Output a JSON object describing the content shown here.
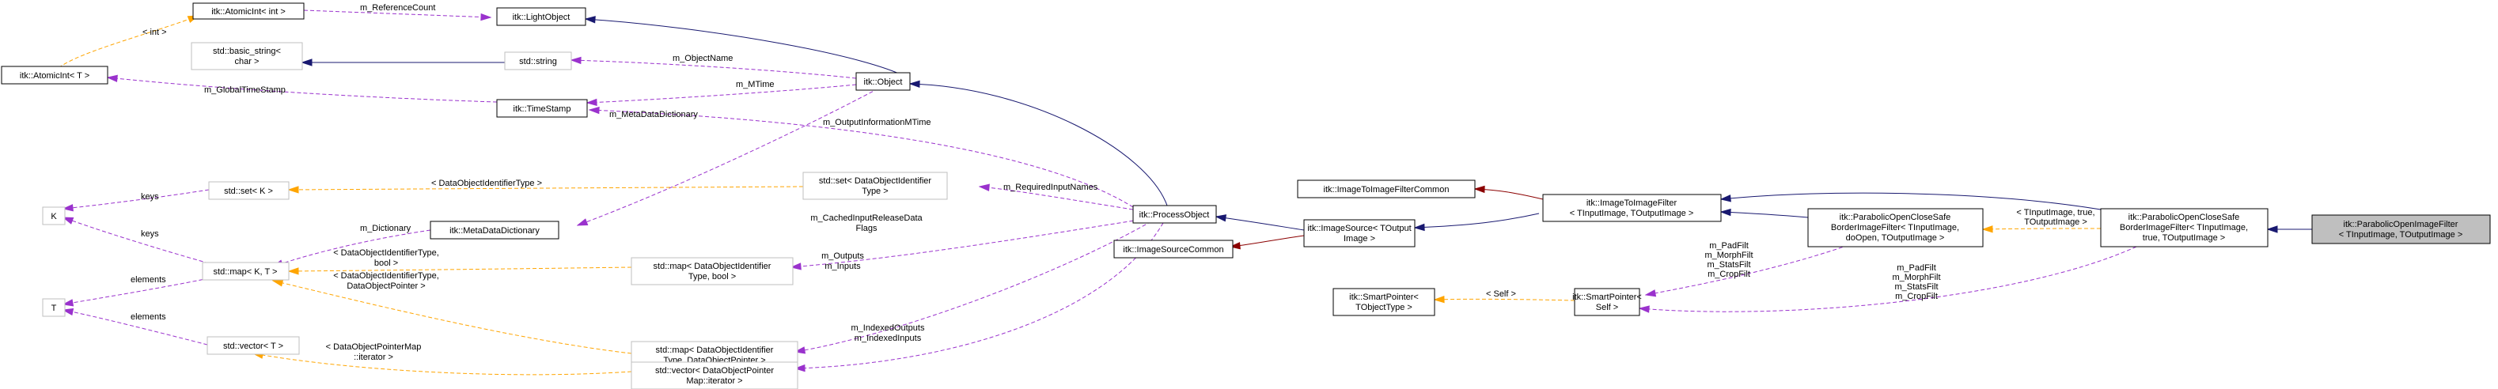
{
  "nodes": {
    "atomicint_int": [
      "itk::AtomicInt< int >"
    ],
    "lightobject": [
      "itk::LightObject"
    ],
    "atomicint_t": [
      "itk::AtomicInt< T >"
    ],
    "basic_string": [
      "std::basic_string<",
      "char >"
    ],
    "string": [
      "std::string"
    ],
    "object": [
      "itk::Object"
    ],
    "timestamp": [
      "itk::TimeStamp"
    ],
    "set_dataobj": [
      "std::set< DataObjectIdentifier",
      "Type >"
    ],
    "set_k": [
      "std::set< K >"
    ],
    "k": [
      "K"
    ],
    "metadatadict": [
      "itk::MetaDataDictionary"
    ],
    "processobject": [
      "itk::ProcessObject"
    ],
    "map_kt": [
      "std::map< K, T >"
    ],
    "map_bool": [
      "std::map< DataObjectIdentifier",
      "Type, bool >"
    ],
    "t": [
      "T"
    ],
    "map_ptr": [
      "std::map< DataObjectIdentifier",
      "Type, DataObjectPointer >"
    ],
    "vector_t": [
      "std::vector< T >"
    ],
    "vector_map": [
      "std::vector< DataObjectPointer",
      "Map::iterator >"
    ],
    "imagesource": [
      "itk::ImageSource< TOutput",
      "Image >"
    ],
    "imagesourcecommon": [
      "itk::ImageSourceCommon"
    ],
    "i2i_common": [
      "itk::ImageToImageFilterCommon"
    ],
    "i2i_filter": [
      "itk::ImageToImageFilter",
      "< TInputImage, TOutputImage >"
    ],
    "smartptr_obj": [
      "itk::SmartPointer<",
      "TObjectType >"
    ],
    "smartptr_self": [
      "itk::SmartPointer<",
      "Self >"
    ],
    "border_filter": [
      "itk::ParabolicOpenCloseSafe",
      "BorderImageFilter< TInputImage,",
      "doOpen, TOutputImage >"
    ],
    "safe_filter": [
      "itk::ParabolicOpenCloseSafe",
      "BorderImageFilter< TInputImage,",
      "true, TOutputImage >"
    ],
    "open_filter": [
      "itk::ParabolicOpenImageFilter",
      "< TInputImage, TOutputImage >"
    ]
  },
  "edge_labels": {
    "refcount": [
      "m_ReferenceCount"
    ],
    "int": [
      "< int >"
    ],
    "objectname": [
      "m_ObjectName"
    ],
    "mtime": [
      "m_MTime"
    ],
    "globaltimestamp": [
      "m_GlobalTimeStamp"
    ],
    "metadatadictionary": [
      "m_MetaDataDictionary"
    ],
    "outputinfomtime": [
      "m_OutputInformationMTime"
    ],
    "dataobjidtype": [
      "< DataObjectIdentifierType >"
    ],
    "requiredinputnames": [
      "m_RequiredInputNames"
    ],
    "keys1": [
      "keys"
    ],
    "dictionary": [
      "m_Dictionary"
    ],
    "keys2": [
      "keys"
    ],
    "cachedinputrelease": [
      "m_CachedInputReleaseData",
      "Flags"
    ],
    "dataobjid_bool": [
      "< DataObjectIdentifierType,",
      "bool >"
    ],
    "elements1": [
      "elements"
    ],
    "dataobjid_ptr": [
      "< DataObjectIdentifierType,",
      "DataObjectPointer >"
    ],
    "outputs_inputs": [
      "m_Outputs",
      "m_Inputs"
    ],
    "elements2": [
      "elements"
    ],
    "ptrmap_iter": [
      "< DataObjectPointerMap",
      "::iterator >"
    ],
    "indexed": [
      "m_IndexedOutputs",
      "m_IndexedInputs"
    ],
    "self": [
      "< Self >"
    ],
    "filts1": [
      "m_PadFilt",
      "m_MorphFilt",
      "m_StatsFilt",
      "m_CropFilt"
    ],
    "tinput_true": [
      "< TInputImage, true,",
      "TOutputImage >"
    ],
    "filts2": [
      "m_PadFilt",
      "m_MorphFilt",
      "m_StatsFilt",
      "m_CropFilt"
    ]
  },
  "colors": {
    "public_inheritance": "#191970",
    "protected_inheritance": "#8b0000",
    "usage": "#9a32cd",
    "template_instance": "#ffa500",
    "focus_fill": "#bfbfbf",
    "undocumented_border": "#bfbfbf"
  }
}
